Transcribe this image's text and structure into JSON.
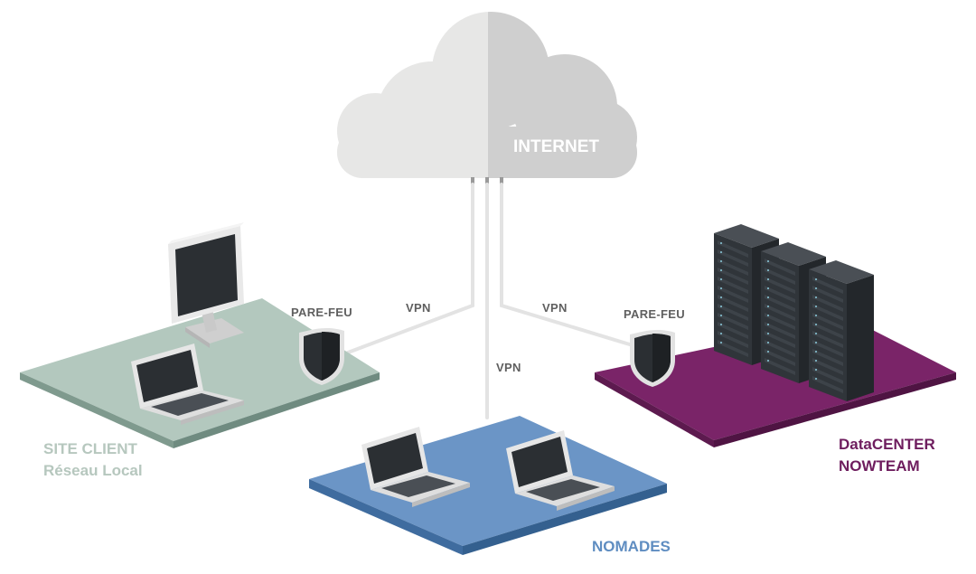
{
  "cloud": {
    "label": "INTERNET"
  },
  "links": {
    "left_vpn": "VPN",
    "middle_vpn": "VPN",
    "right_vpn": "VPN"
  },
  "firewalls": {
    "left": "PARE-FEU",
    "right": "PARE-FEU"
  },
  "zones": {
    "site_client": {
      "line1": "SITE CLIENT",
      "line2": "Réseau Local"
    },
    "nomades": {
      "label": "NOMADES"
    },
    "datacenter": {
      "line1": "DataCENTER",
      "line2": "NOWTEAM"
    }
  },
  "colors": {
    "site_platform": "#a9bfb5",
    "nomades_platform": "#6b95c6",
    "datacenter_platform": "#7a2468",
    "cloud_light": "#e6e6e6",
    "cloud_dark": "#d0d0d0",
    "device_dark": "#2b2f33"
  },
  "icons": [
    "cloud-icon",
    "shield-icon",
    "desktop-monitor-icon",
    "laptop-icon",
    "server-rack-icon"
  ]
}
